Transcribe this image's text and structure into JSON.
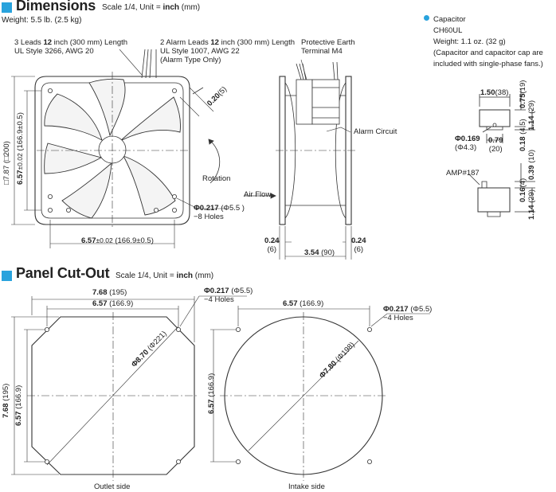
{
  "colors": {
    "accent": "#29a3dd",
    "line": "#333333",
    "fan_blade": "#f4f4f4"
  },
  "dimensions": {
    "title": "Dimensions",
    "scale_note": "Scale 1/4, Unit = ",
    "scale_unit": "inch",
    "scale_unit_mm": " (mm)",
    "weight": "Weight: 5.5 lb. (2.5 kg)",
    "leads": [
      "3 Leads ",
      "12",
      " inch (300 mm) Length",
      "UL Style 3266, AWG 20"
    ],
    "alarm_leads": [
      "2 Alarm Leads ",
      "12",
      " inch (300 mm) Length",
      "UL Style 1007,  AWG 22",
      "(Alarm Type Only)"
    ],
    "protective_earth": [
      "Protective Earth",
      "Terminal M4"
    ],
    "alarm_circuit": "Alarm Circuit",
    "rotation": "Rotation",
    "air_flow": "Air Flow",
    "dim_020": "0.20",
    "dim_020_mm": "(5)",
    "side_outer": "□7.87 (□200)",
    "side_inner_a": "6.57",
    "side_inner_tol": "±0.02",
    "side_inner_mm": "(166.9±0.5)",
    "bottom_inner_a": "6.57",
    "bottom_inner_tol": "±0.02",
    "bottom_inner_mm": "(166.9±0.5)",
    "hole_dia": "Φ0.217",
    "hole_dia_mm": "(Φ5.5 )",
    "hole_count": "−8 Holes",
    "flange_left": "0.24",
    "flange_left_mm": "(6)",
    "flange_right": "0.24",
    "flange_right_mm": "(6)",
    "depth": "3.54",
    "depth_mm": "(90)"
  },
  "capacitor": {
    "title": "Capacitor",
    "model": "CH60UL",
    "weight": "Weight: 1.1 oz. (32 g)",
    "note_1": "(Capacitor and capacitor cap are",
    "note_2": " included with single-phase fans.)",
    "w": "1.50",
    "w_mm": "(38)",
    "h_top": "0.75",
    "h_top_mm": "(19)",
    "h_total": "1.14",
    "h_total_mm": "(29)",
    "hole": "Φ0.169",
    "hole_mm": "(Φ4.3)",
    "pitch": "0.79",
    "pitch_mm": "(20)",
    "tab": "0.18",
    "tab_mm": "(4.5)",
    "amp": "AMP#187",
    "h2_top": "0.39",
    "h2_top_mm": "(10)",
    "h2_mid": "0.16",
    "h2_mid_mm": "(4)",
    "h2_total": "1.14",
    "h2_total_mm": "(29)"
  },
  "panel": {
    "title": "Panel Cut-Out",
    "scale_note": "Scale 1/4, Unit = ",
    "scale_unit": "inch",
    "scale_unit_mm": " (mm)",
    "outlet_outer": "7.68",
    "outlet_outer_mm": "(195)",
    "outlet_inner": "6.57",
    "outlet_inner_mm": "(166.9)",
    "outlet_side_outer": "7.68",
    "outlet_side_outer_mm": "(195)",
    "outlet_side_inner": "6.57",
    "outlet_side_inner_mm": "(166.9)",
    "outlet_dia": "Φ8.70",
    "outlet_dia_mm": "(Φ221)",
    "hole_dia": "Φ0.217",
    "hole_dia_mm": "(Φ5.5)",
    "hole_count": "−4 Holes",
    "outlet_caption": "Outlet side",
    "intake_inner": "6.57",
    "intake_inner_mm": "(166.9)",
    "intake_side": "6.57",
    "intake_side_mm": "(166.9)",
    "intake_dia": "Φ7.80",
    "intake_dia_mm": "(Φ198)",
    "intake_hole_dia": "Φ0.217",
    "intake_hole_dia_mm": "(Φ5.5)",
    "intake_hole_count": "−4 Holes",
    "intake_caption": "Intake side"
  }
}
